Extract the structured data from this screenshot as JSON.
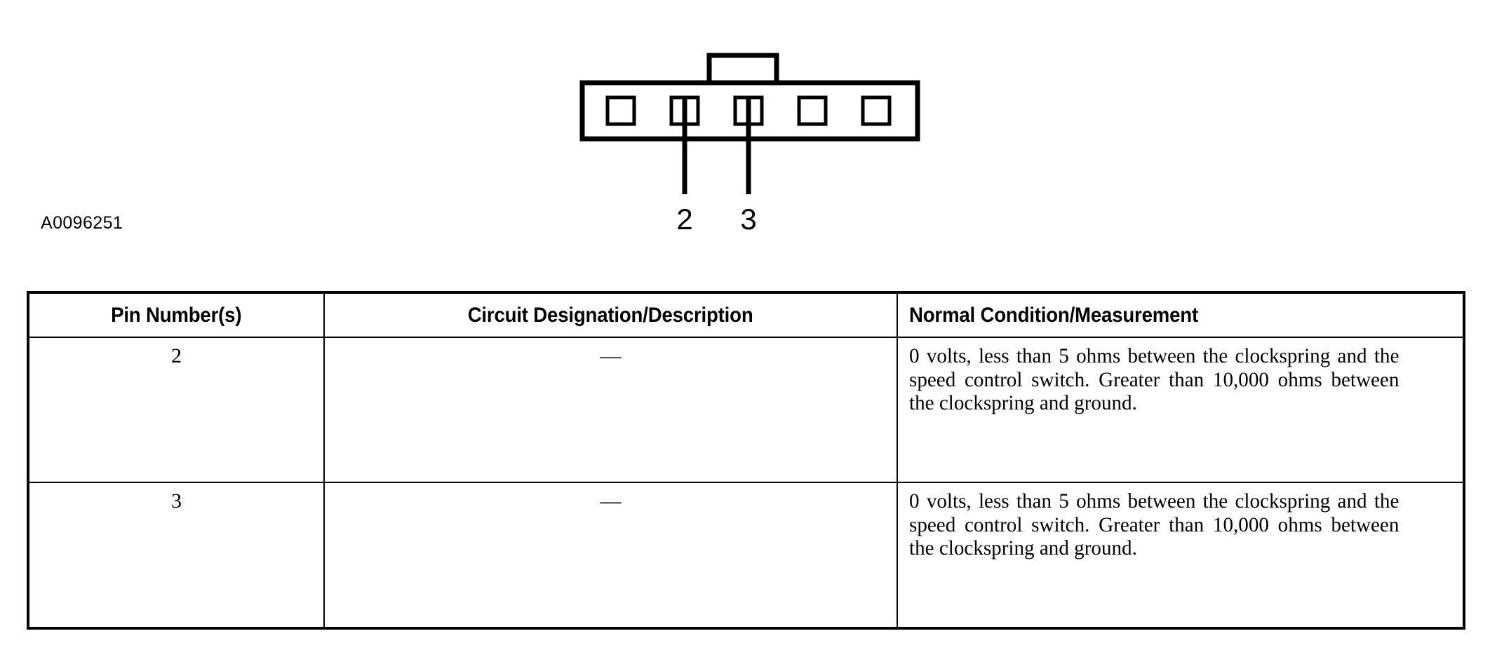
{
  "figure": {
    "id_label": "A0096251",
    "type": "electrical-connector-pinout",
    "connector": {
      "pin_count": 5,
      "pins": [
        {
          "index": 1,
          "label": "",
          "has_leader": false
        },
        {
          "index": 2,
          "label": "2",
          "has_leader": true
        },
        {
          "index": 3,
          "label": "3",
          "has_leader": true
        },
        {
          "index": 4,
          "label": "",
          "has_leader": false
        },
        {
          "index": 5,
          "label": "",
          "has_leader": false
        }
      ],
      "callout_labels": [
        "2",
        "3"
      ],
      "has_locking_tab": true,
      "stroke_color": "#000000"
    }
  },
  "table": {
    "headers": [
      "Pin Number(s)",
      "Circuit Designation/Description",
      "Normal Condition/Measurement"
    ],
    "rows": [
      {
        "pin": "2",
        "description": "—",
        "measurement": "0 volts, less than 5 ohms between the clockspring and the speed control switch. Greater than 10,000 ohms between the clockspring and ground."
      },
      {
        "pin": "3",
        "description": "—",
        "measurement": "0 volts, less than 5 ohms between the clockspring and the speed control switch. Greater than 10,000 ohms between the clockspring and ground."
      }
    ],
    "border_color": "#000000",
    "background_color": "#ffffff"
  }
}
